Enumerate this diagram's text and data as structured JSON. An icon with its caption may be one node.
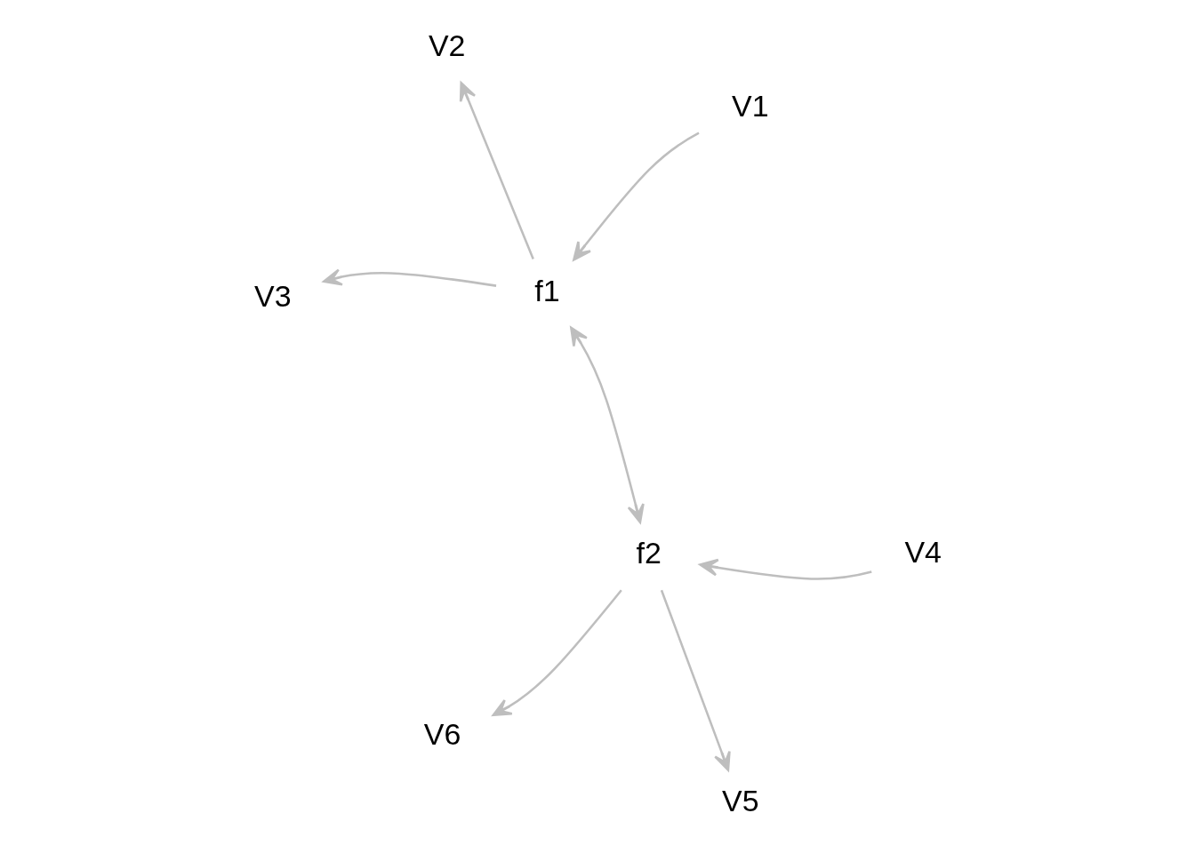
{
  "diagram": {
    "nodes": [
      {
        "text": [
          "V2"
        ]
      },
      {
        "text": [
          "V1"
        ]
      },
      {
        "text": [
          "V5"
        ]
      },
      {
        "text": [
          "f1"
        ]
      },
      {
        "text": [
          "f2"
        ]
      },
      {
        "text": [
          "V3"
        ]
      },
      {
        "text": [
          "V6"
        ]
      },
      {
        "text": [
          "V4"
        ]
      }
    ],
    "edges": [
      {
        "from": 1,
        "to": 3,
        "arrow": "to"
      },
      {
        "from": 3,
        "to": 0,
        "arrow": "to"
      },
      {
        "from": 3,
        "to": 5,
        "arrow": "to"
      },
      {
        "from": 3,
        "to": 4,
        "arrow": "both"
      },
      {
        "from": 4,
        "to": 2,
        "arrow": "to"
      },
      {
        "from": 4,
        "to": 6,
        "arrow": "to"
      },
      {
        "from": 7,
        "to": 4,
        "arrow": "to"
      }
    ]
  }
}
